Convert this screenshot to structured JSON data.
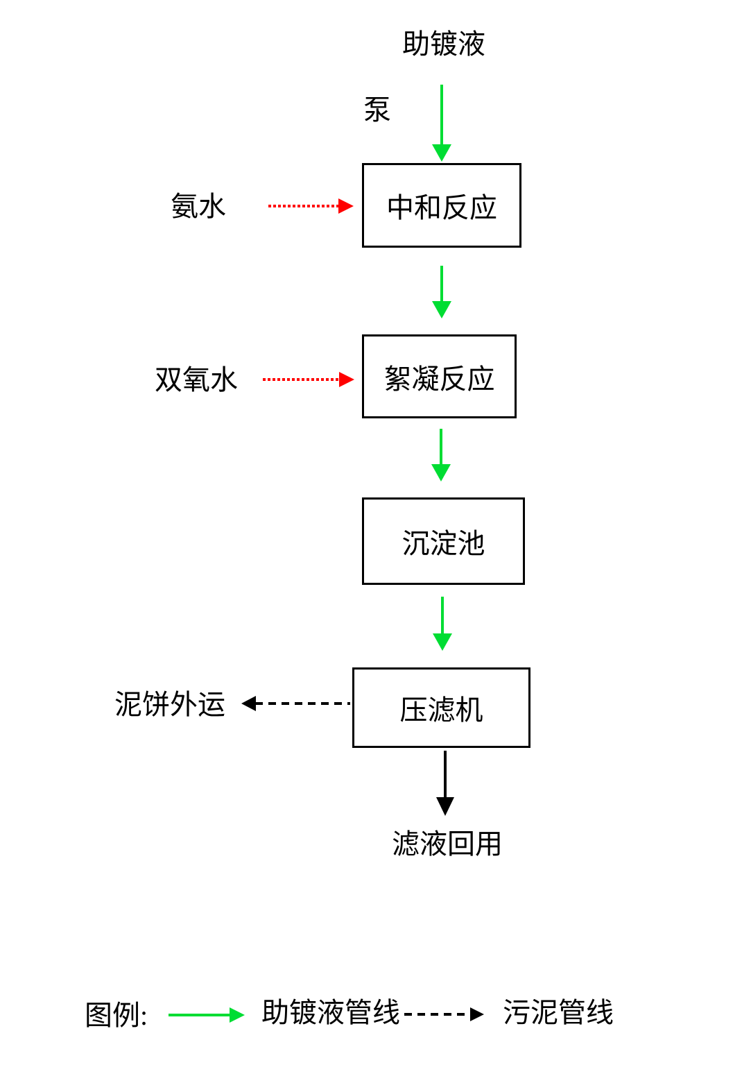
{
  "diagram": {
    "source_label": "助镀液",
    "pump_label": "泵",
    "boxes": [
      {
        "label": "中和反应"
      },
      {
        "label": "絮凝反应"
      },
      {
        "label": "沉淀池"
      },
      {
        "label": "压滤机"
      }
    ],
    "side_inputs": [
      {
        "label": "氨水"
      },
      {
        "label": "双氧水"
      }
    ],
    "sludge_cake_label": "泥饼外运",
    "filtrate_label": "滤液回用",
    "legend": {
      "title": "图例:",
      "flux_line_label": "助镀液管线",
      "sludge_line_label": "污泥管线"
    },
    "colors": {
      "flux_arrow": "#00DD33",
      "dosing_arrow": "#FF0000",
      "sludge_arrow": "#000000",
      "box_border": "#000000",
      "text": "#000000",
      "background": "#FFFFFF"
    }
  }
}
